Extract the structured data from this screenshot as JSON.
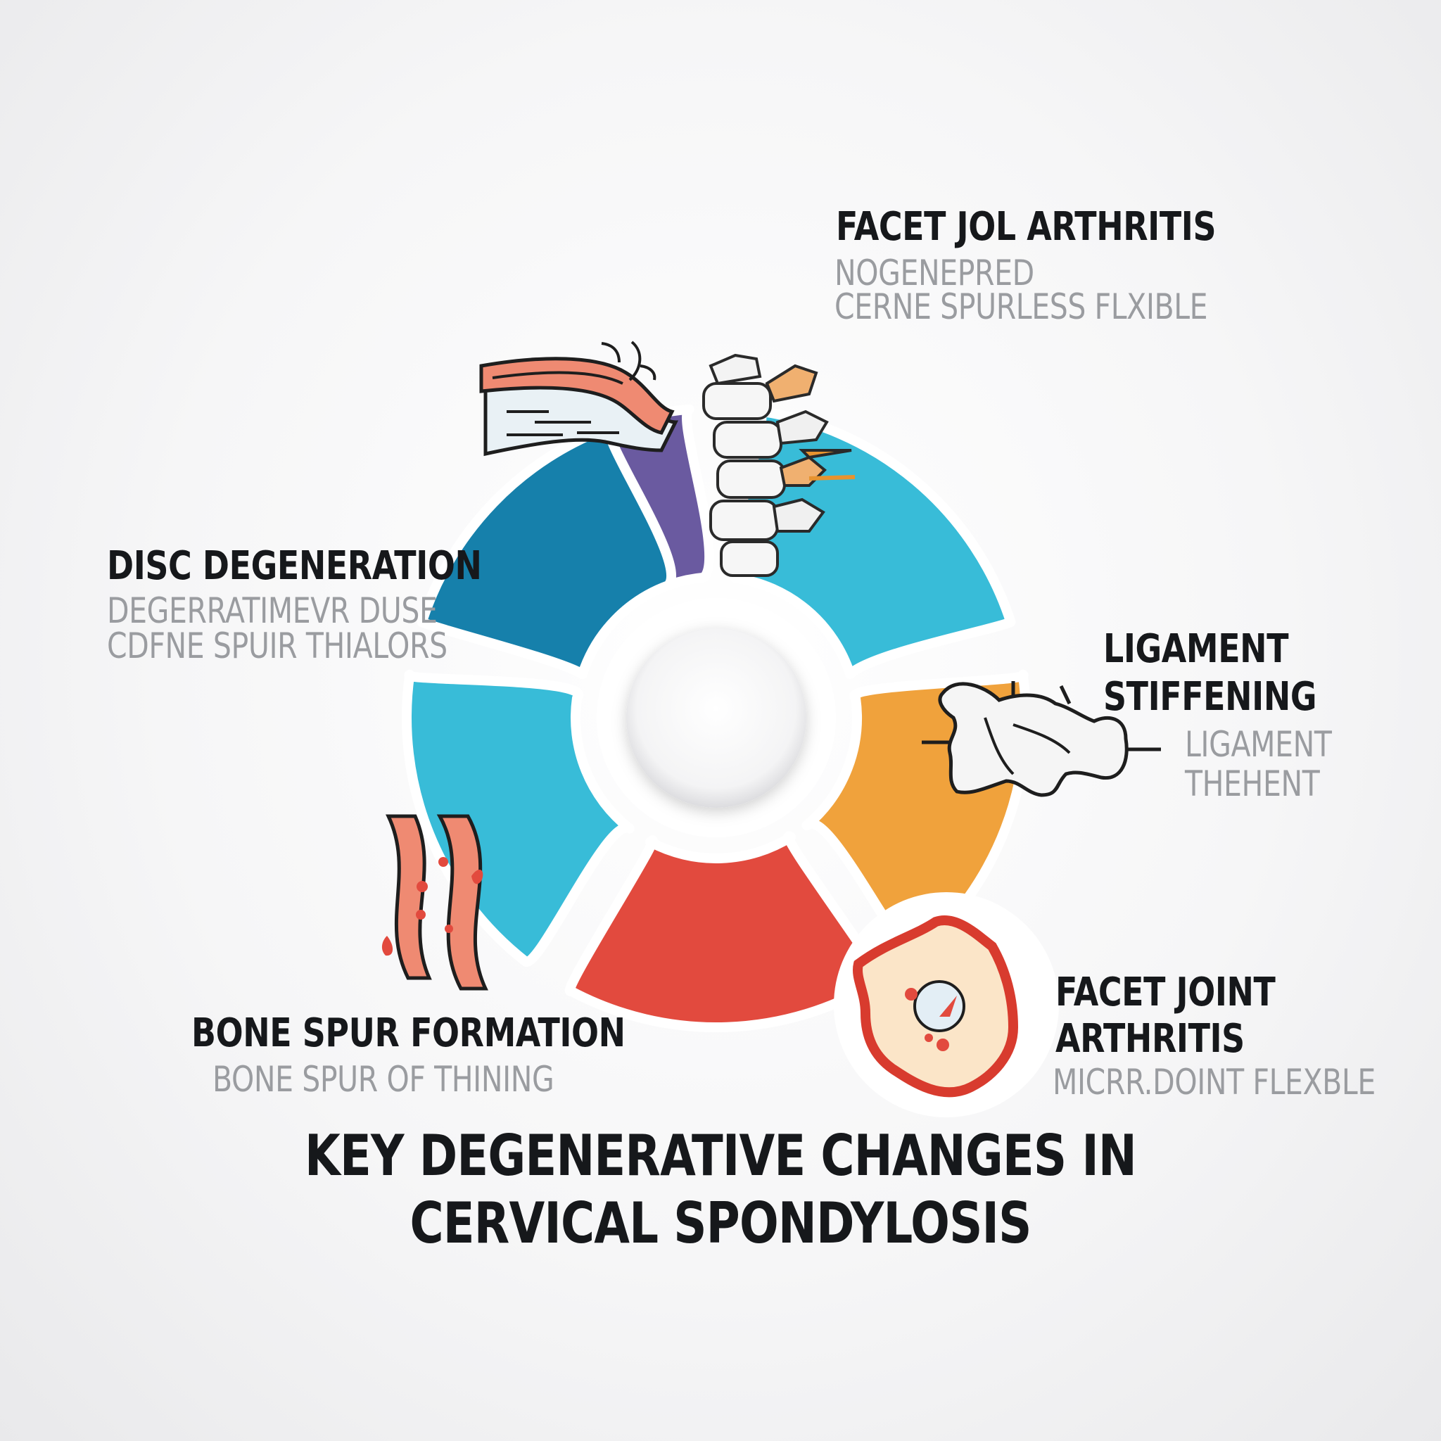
{
  "title": {
    "line1": "KEY DEGENERATIVE CHANGES IN",
    "line2": "CERVICAL SPONDYLOSIS"
  },
  "segments": [
    {
      "id": "purple",
      "color": "#6a5aa0"
    },
    {
      "id": "cyan-top",
      "color": "#38bcd8"
    },
    {
      "id": "orange",
      "color": "#f0a23c"
    },
    {
      "id": "red",
      "color": "#e24a3e"
    },
    {
      "id": "cyan-bottom",
      "color": "#38bcd8"
    },
    {
      "id": "blue",
      "color": "#1680ab"
    }
  ],
  "labels": {
    "facet_top": {
      "heading": "FACET JOL ARTHRITIS",
      "line1": "NOGENEPRED",
      "line2": "CERNE SPURLESS FLXIBLE"
    },
    "disc": {
      "heading": "DISC DEGENERATION",
      "line1": "DEGERRATIMEVR DUSE",
      "line2": "CDFNE SPUIR THIALORS"
    },
    "ligament": {
      "heading1": "LIGAMENT",
      "heading2": "STIFFENING",
      "line1": "LIGAMENT",
      "line2": "THEHENT"
    },
    "bone_spur": {
      "heading": "BONE SPUR FORMATION",
      "line1": "BONE SPUR OF THINING"
    },
    "facet_bottom": {
      "heading1": "FACET JOINT",
      "heading2": "ARTHRITIS",
      "line1": "MICRR.DOINT FLEXBLE"
    }
  },
  "icons": [
    "disc-degeneration-icon",
    "spine-vertebrae-icon",
    "ligament-bone-icon",
    "blood-vessel-icon",
    "inflamed-joint-icon"
  ]
}
